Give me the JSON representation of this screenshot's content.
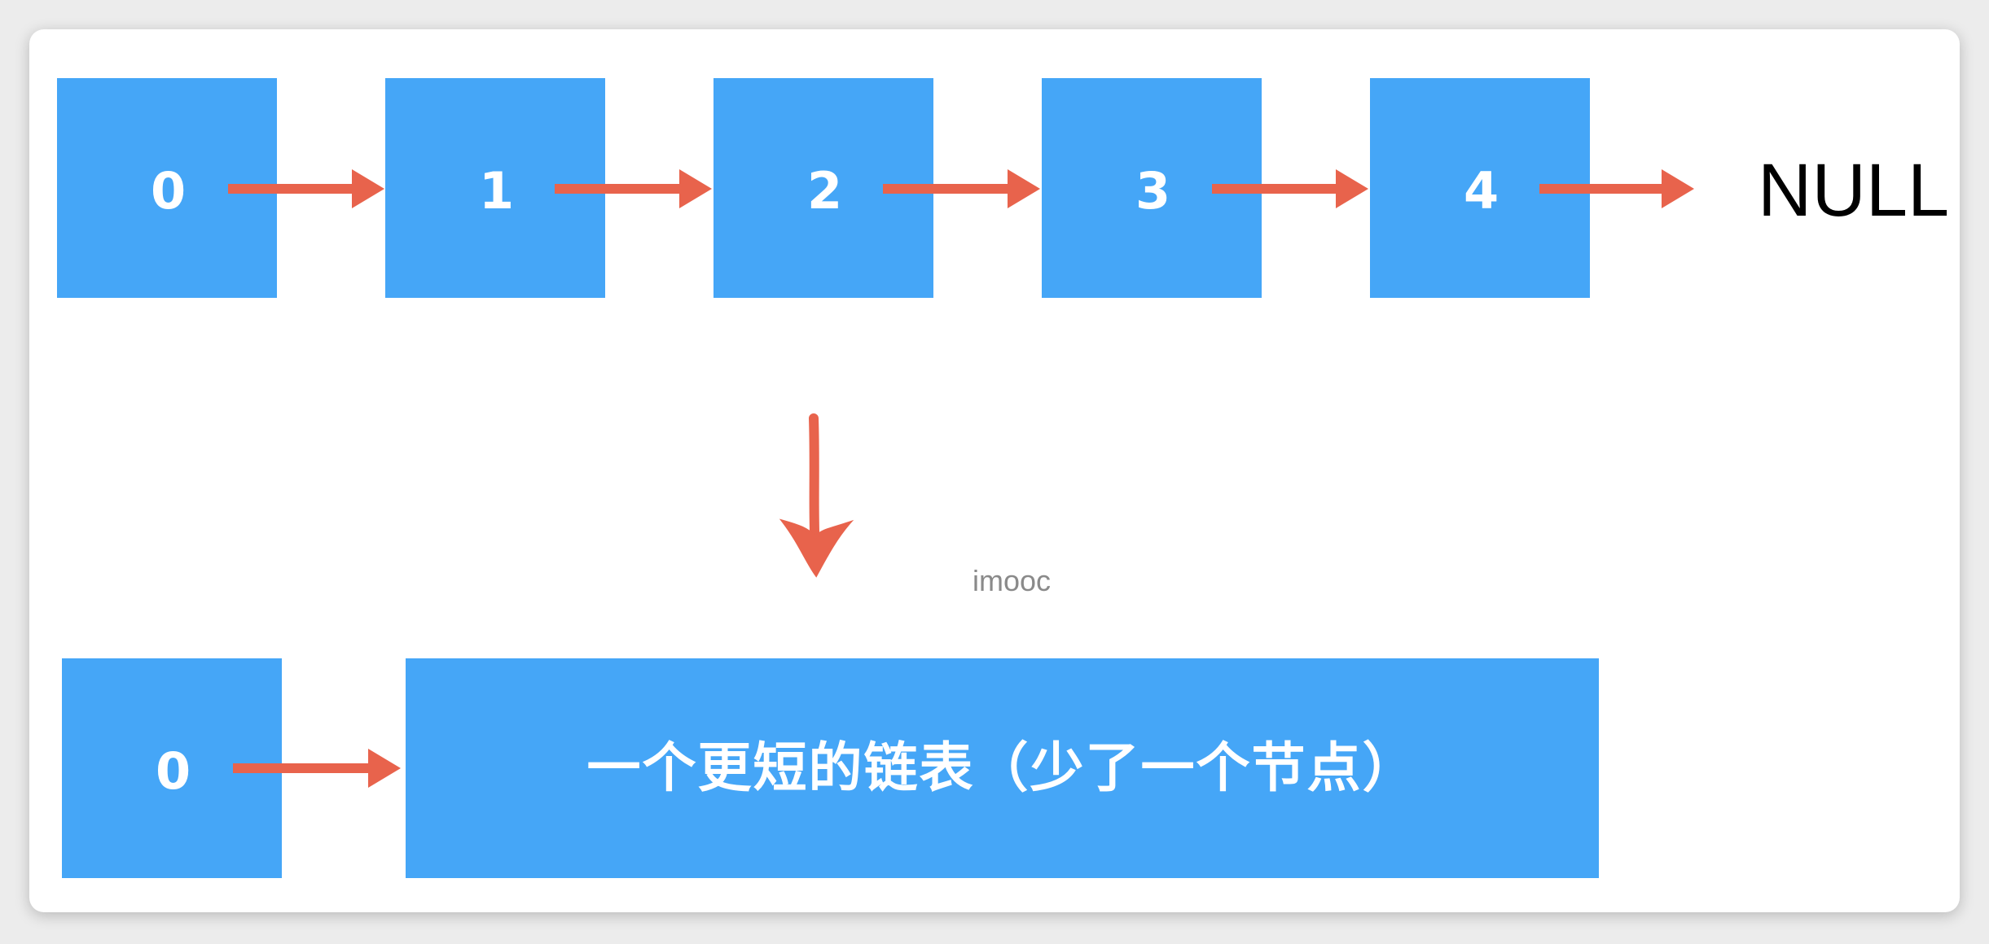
{
  "diagram": {
    "top_list": {
      "nodes": [
        "0",
        "1",
        "2",
        "3",
        "4"
      ],
      "terminal": "NULL"
    },
    "bottom_list": {
      "head_node": "0",
      "rest_label": "一个更短的链表（少了一个节点）"
    },
    "watermark": "imooc",
    "colors": {
      "node_fill": "#45a6f7",
      "node_text": "#ffffff",
      "arrow": "#e8634c",
      "null_text": "#000000",
      "card_bg": "#ffffff"
    }
  }
}
